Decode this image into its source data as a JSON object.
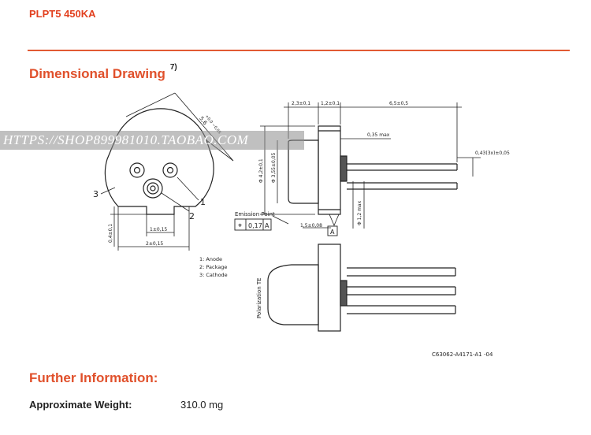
{
  "header": {
    "part_number": "PLPT5 450KA"
  },
  "section": {
    "title": "Dimensional Drawing",
    "footnote": "7)"
  },
  "drawing": {
    "dim_top_1": "2,3±0,1",
    "dim_top_2": "1,2±0,1",
    "dim_top_3": "6,5±0,5",
    "dim_pin_gap": "0,35 max",
    "dim_pin_dia": "0,43(3x)±0,05",
    "dim_outer_dia": "Φ 4,2±0,1",
    "dim_inner_dia": "Φ 3,55±0,05",
    "dim_lead_dia": "Φ 1,2 max",
    "dim_diag": "5,6",
    "dim_diag_tol": "+0,0 −0,05",
    "dim_short": "1,5±0,08",
    "emission_point": "Emission Point",
    "tolerance_value": "0,17",
    "datum": "A",
    "dim_small_h": "0,4±0,1",
    "dim_small_w": "1±0,15",
    "dim_bottom_w": "2±0,15",
    "pin_label_1": "1",
    "pin_label_2": "2",
    "pin_label_3": "3",
    "legend_1": "1: Anode",
    "legend_2": "2: Package",
    "legend_3": "3: Cathode",
    "polarization": "Polarization TE",
    "drawing_id": "C63062-A4171-A1 -04"
  },
  "watermark": {
    "text": "HTTPS://SHOP899981010.TAOBAO.COM"
  },
  "further": {
    "title": "Further Information:",
    "weight_label": "Approximate Weight:",
    "weight_value": "310.0 mg"
  }
}
